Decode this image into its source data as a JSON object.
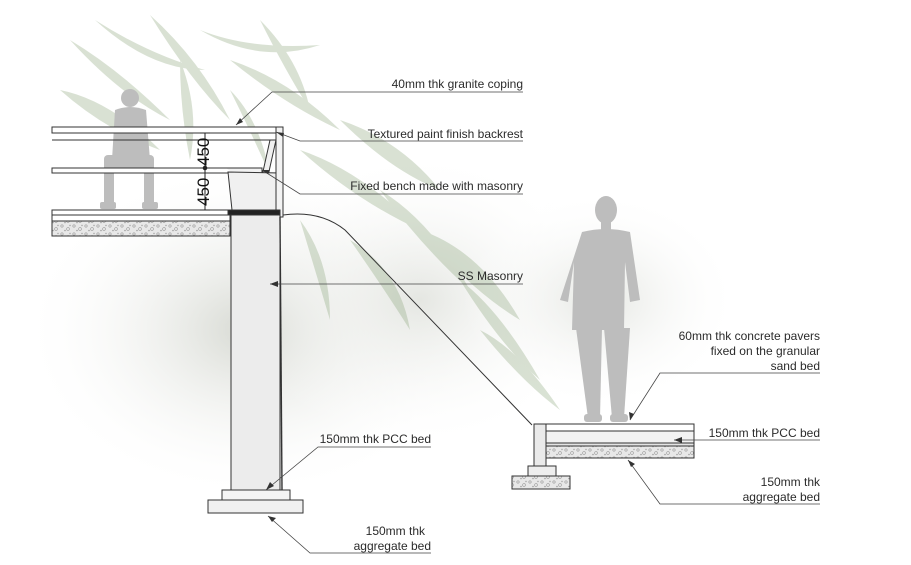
{
  "colors": {
    "line": "#333333",
    "leader": "#444444",
    "masonry_fill": "#ececec",
    "aggregate_fill": "#e6e6e6",
    "figure": "#b9b9b9",
    "foliage": "#8aa47a",
    "mist": "#d7dad3"
  },
  "icons": {
    "person_seated": "person-seated-icon",
    "person_standing": "person-standing-icon",
    "foliage": "bamboo-foliage-icon"
  },
  "dimensions": {
    "backrest_height": "450",
    "seat_height": "450"
  },
  "labels": {
    "granite_coping": "40mm thk granite coping",
    "backrest_finish": "Textured paint finish backrest",
    "bench": "Fixed bench made with masonry",
    "ss_masonry": "SS Masonry",
    "pavers_line1": "60mm thk concrete pavers",
    "pavers_line2": "fixed on the granular",
    "pavers_line3": "sand bed",
    "pcc_right": "150mm thk PCC bed",
    "aggregate_right_line1": "150mm thk",
    "aggregate_right_line2": "aggregate bed",
    "pcc_left": "150mm thk PCC bed",
    "aggregate_left_line1": "150mm thk",
    "aggregate_left_line2": "aggregate bed"
  }
}
